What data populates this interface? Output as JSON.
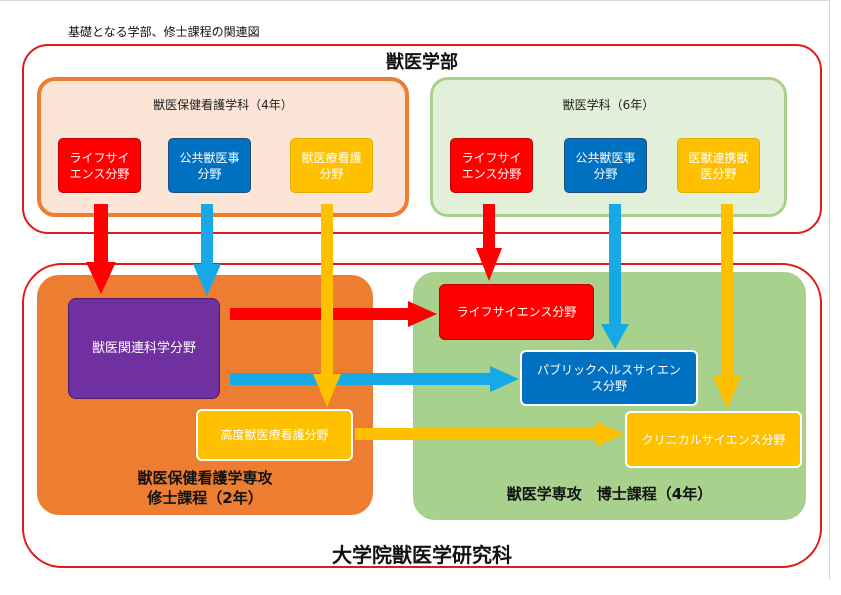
{
  "caption": "基礎となる学部、修士課程の関連図",
  "faculty": {
    "title": "獣医学部",
    "nursing_dept": {
      "title": "獣医保健看護学科（4年）",
      "fields": [
        "ライフサイエンス分野",
        "公共獣医事分野",
        "獣医療看護分野"
      ]
    },
    "vet_dept": {
      "title": "獣医学科（6年）",
      "fields": [
        "ライフサイエンス分野",
        "公共獣医事分野",
        "医獣連携獣医分野"
      ]
    }
  },
  "graduate_school": {
    "title": "大学院獣医学研究科",
    "master": {
      "label_line1": "獣医保健看護学専攻",
      "label_line2": "修士課程（2年）",
      "fields": [
        "獣医関連科学分野",
        "高度獣医療看護分野"
      ]
    },
    "doctor": {
      "label": "獣医学専攻　博士課程（4年）",
      "fields": [
        "ライフサイエンス分野",
        "パブリックヘルスサイエンス分野",
        "クリニカルサイエンス分野"
      ]
    }
  },
  "colors": {
    "life_science": "#ff0000",
    "public_health": "#0070c0",
    "clinical": "#ffc000",
    "related_science": "#7030a0",
    "outline": "#e3181d",
    "master_bg": "#ed7d31",
    "doctor_bg": "#a9d18e"
  }
}
